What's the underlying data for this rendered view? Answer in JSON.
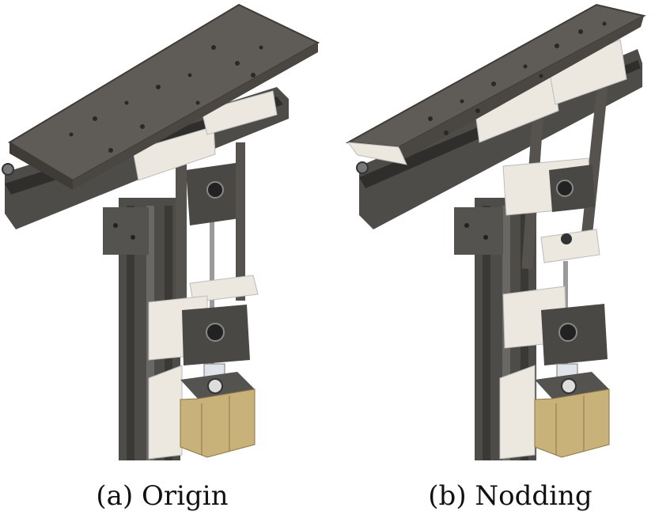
{
  "figure": {
    "subfigures": [
      {
        "label": "(a)",
        "caption": "Origin"
      },
      {
        "label": "(b)",
        "caption": "Nodding"
      }
    ]
  },
  "colors": {
    "plate": "#5f5c57",
    "plate_edge": "#3f3c38",
    "rail": "#4e4c49",
    "printed_part": "#ece8df",
    "motor_coil": "#c9b27a",
    "metal": "#9a9a9a"
  }
}
